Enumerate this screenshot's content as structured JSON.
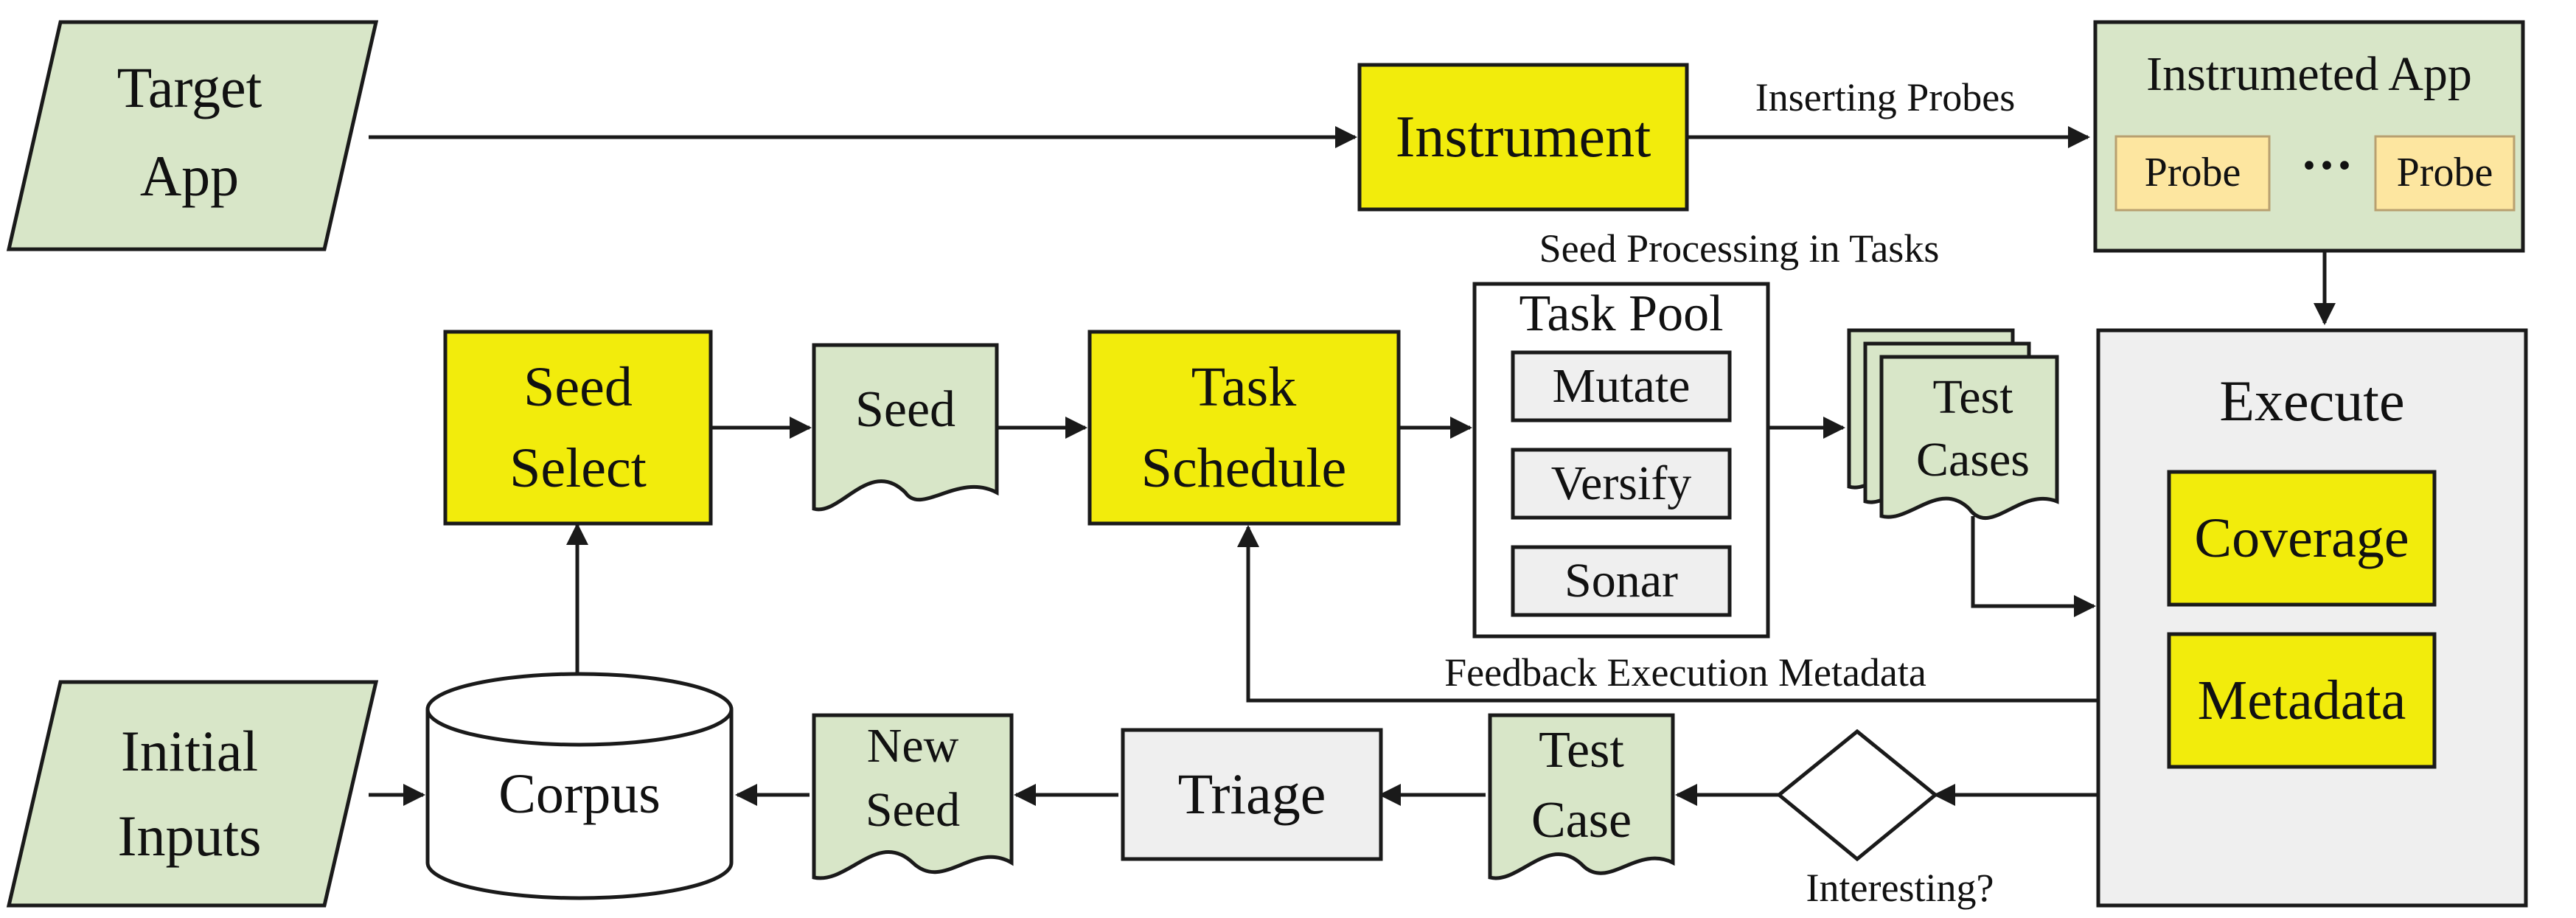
{
  "colors": {
    "yellow": "#f2ec0c",
    "green": "#d8e6c8",
    "gray": "#efefef",
    "probe": "#fde6a0",
    "white": "#ffffff",
    "stroke": "#1a1a1a"
  },
  "nodes": {
    "target_app": [
      "Target",
      "App"
    ],
    "instrument": "Instrument",
    "instrumented_app": {
      "title": "Instrumeted App",
      "probe_left": "Probe",
      "ellipsis": "···",
      "probe_right": "Probe"
    },
    "seed_select": [
      "Seed",
      "Select"
    ],
    "seed": "Seed",
    "task_schedule": [
      "Task",
      "Schedule"
    ],
    "task_pool": {
      "title": "Task Pool",
      "items": [
        "Mutate",
        "Versify",
        "Sonar"
      ]
    },
    "test_cases": [
      "Test",
      "Cases"
    ],
    "execute": {
      "title": "Execute",
      "coverage": "Coverage",
      "metadata": "Metadata"
    },
    "initial_inputs": [
      "Initial",
      "Inputs"
    ],
    "corpus": "Corpus",
    "new_seed": [
      "New",
      "Seed"
    ],
    "triage": "Triage",
    "test_case": [
      "Test",
      "Case"
    ],
    "interesting": "Interesting?"
  },
  "labels": {
    "inserting_probes": "Inserting Probes",
    "seed_processing": "Seed Processing in Tasks",
    "feedback": "Feedback Execution Metadata"
  }
}
